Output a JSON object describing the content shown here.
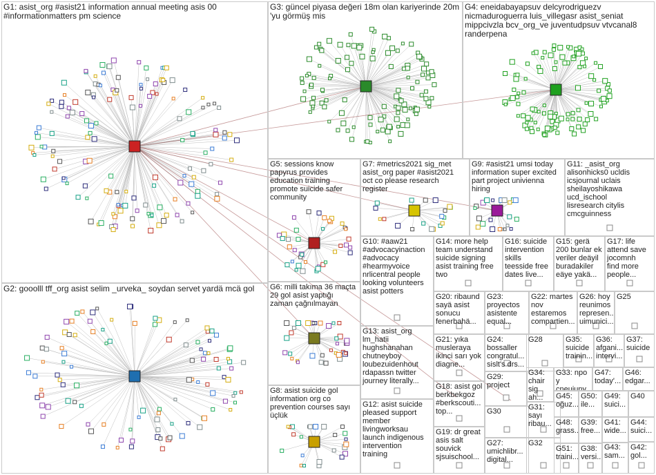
{
  "groups": [
    {
      "id": "G1",
      "text": "G1: asist_org #asist21 information annual meeting asis 00\n#informationmatters pm science",
      "accent": "#cc2222",
      "nodeColor": "#2b2b7a"
    },
    {
      "id": "G2",
      "text": "G2: gooolll tff_org asist selim _urveka_ soydan servet yardä mcä gol",
      "accent": "#1f6fb0",
      "nodeColor": "#1f6fb0"
    },
    {
      "id": "G3",
      "text": "G3: güncel piyasa değeri 18m olan kariyerinde 20m\n'yu görmüş mis",
      "accent": "#2a8a2a",
      "nodeColor": "#2a8a2a"
    },
    {
      "id": "G4",
      "text": "G4: eneidabayapsuv delcyrodriguezv\nnicmaduroguerra luis_villegasr asist_seniat\nmippcivzla bcv_org_ve juventudpsuv vtvcanal8\nranderpena",
      "accent": "#1ea01e",
      "nodeColor": "#1ea01e"
    },
    {
      "id": "G5",
      "text": "G5: sessions know\npapyrus provides\neducation training\npromote suicide safer\ncommunity",
      "accent": "#b02020",
      "nodeColor": "#b02020"
    },
    {
      "id": "G6",
      "text": "G6: milli takıma 36 maçta\n29 gol asist yaptığı\nzaman çağnılmayan",
      "accent": "#7a7a20",
      "nodeColor": "#8a8a30"
    },
    {
      "id": "G7",
      "text": "G7: #metrics2021 sig_met\nasist_org paper #asist2021\noct co please research\nregister",
      "accent": "#d6c400",
      "nodeColor": "#d6c400"
    },
    {
      "id": "G8",
      "text": "G8: asist suicide gol\ninformation org co\nprevention courses sayı\nüçlük",
      "accent": "#c8a000",
      "nodeColor": "#c8a000"
    },
    {
      "id": "G9",
      "text": "G9: #asist21 umsi today\ninformation super excited\npart project univienna\nhiring",
      "accent": "#9a1a9a",
      "nodeColor": "#9a1a9a"
    },
    {
      "id": "G10",
      "text": "G10: #aaw21\n#advocacyinaction\n#advocacy\n#hearmyvoice\nnrlicentral people\nlooking volunteers\nasist potters",
      "accent": "#666",
      "nodeColor": "#666"
    },
    {
      "id": "G11",
      "text": "G11: _asist_org\nalisonhicks0 ucldis\nicsjournal uclais\nsheilayoshikawa\nucd_ischool\nlisresearch citylis\ncmcguinness",
      "accent": "#333",
      "nodeColor": "#333"
    },
    {
      "id": "G12",
      "text": "G12: asist suicide\npleased support\nmember\nlivingworksau\nlaunch indigenous\nintervention\ntraining",
      "accent": "#666",
      "nodeColor": "#666"
    },
    {
      "id": "G13",
      "text": "G13: asist_org\nlm_hatii\nhughshanahan\nchutneyboy\nloubezuidenhout\nrdapassn twitter\njourney literally...",
      "accent": "#666",
      "nodeColor": "#666"
    },
    {
      "id": "G14",
      "text": "G14: more help\nteam understand\nsuicide signing\nasist training free\ntwo",
      "accent": "#666",
      "nodeColor": "#666"
    },
    {
      "id": "G15",
      "text": "G15: gerä\n200 bunlar ek\nveriler deäyil\nburadakiler\neäye yakä...",
      "accent": "#666",
      "nodeColor": "#666"
    },
    {
      "id": "G16",
      "text": "G16: suicide\nintervention\nskills\nteesside free\ndates live...",
      "accent": "#666",
      "nodeColor": "#666"
    },
    {
      "id": "G17",
      "text": "G17: life\nattend save\njocomnh\nfind more\npeople...",
      "accent": "#666",
      "nodeColor": "#666"
    },
    {
      "id": "G18",
      "text": "G18: asist gol\nberkbekgoz\n#berkscouti...\ntop...",
      "accent": "#cc2222",
      "nodeColor": "#cc2222"
    },
    {
      "id": "G19",
      "text": "G19: dr great\nasis salt\nsouvick\nsjsuischool...",
      "accent": "#666",
      "nodeColor": "#666"
    },
    {
      "id": "G20",
      "text": "G20: ribaund\nsayä asist\nsonucu\nfenerbahä...",
      "accent": "#666",
      "nodeColor": "#666"
    },
    {
      "id": "G21",
      "text": "G21: yıka\nmusleraya\nikinci sarı yok\ndiagne...",
      "accent": "#666",
      "nodeColor": "#666"
    },
    {
      "id": "G22",
      "text": "G22: martes\nnov\nestaremos\ncompartien...",
      "accent": "#666",
      "nodeColor": "#666"
    },
    {
      "id": "G23",
      "text": "G23:\nproyectos\nasistente\nequal...",
      "accent": "#666",
      "nodeColor": "#666"
    },
    {
      "id": "G24",
      "text": "G24:\nbossaller\ncongratul...\nsislt's drs...",
      "accent": "#666",
      "nodeColor": "#666"
    },
    {
      "id": "G25",
      "text": "G25",
      "accent": "#666",
      "nodeColor": "#666"
    },
    {
      "id": "G26",
      "text": "G26: hoy\nreunimos\nrepresen...\nuimunici...",
      "accent": "#666",
      "nodeColor": "#666"
    },
    {
      "id": "G27",
      "text": "G27:\numichlibr...\ndigital...",
      "accent": "#666",
      "nodeColor": "#666"
    },
    {
      "id": "G28",
      "text": "G28",
      "accent": "#666",
      "nodeColor": "#666"
    },
    {
      "id": "G29",
      "text": "G29:\nproject",
      "accent": "#666",
      "nodeColor": "#666"
    },
    {
      "id": "G30",
      "text": "G30",
      "accent": "#666",
      "nodeColor": "#666"
    },
    {
      "id": "G31",
      "text": "G31:\nsayı\nribau...",
      "accent": "#666",
      "nodeColor": "#666"
    },
    {
      "id": "G32",
      "text": "G32",
      "accent": "#666",
      "nodeColor": "#666"
    },
    {
      "id": "G33",
      "text": "G33: npo y\ncneujuny...",
      "accent": "#666",
      "nodeColor": "#666"
    },
    {
      "id": "G34",
      "text": "G34:\nchair\nsig ah...",
      "accent": "#666",
      "nodeColor": "#666"
    },
    {
      "id": "G35",
      "text": "G35:\nsuicide\ntrainin...",
      "accent": "#666",
      "nodeColor": "#666"
    },
    {
      "id": "G36",
      "text": "G36:\nafgani...\nintervi...",
      "accent": "#666",
      "nodeColor": "#666"
    },
    {
      "id": "G37",
      "text": "G37:\nsuicide",
      "accent": "#666",
      "nodeColor": "#666"
    },
    {
      "id": "G38",
      "text": "G38:\nversi...",
      "accent": "#666",
      "nodeColor": "#666"
    },
    {
      "id": "G39",
      "text": "G39:\nfree...",
      "accent": "#666",
      "nodeColor": "#666"
    },
    {
      "id": "G40",
      "text": "G40",
      "accent": "#666",
      "nodeColor": "#666"
    },
    {
      "id": "G41",
      "text": "G41:\nwide...",
      "accent": "#666",
      "nodeColor": "#666"
    },
    {
      "id": "G42",
      "text": "G42:\ngol...",
      "accent": "#666",
      "nodeColor": "#666"
    },
    {
      "id": "G43",
      "text": "G43:\nsam...",
      "accent": "#666",
      "nodeColor": "#666"
    },
    {
      "id": "G44",
      "text": "G44:\nsuici...",
      "accent": "#666",
      "nodeColor": "#666"
    },
    {
      "id": "G45",
      "text": "G45:\noğuz...",
      "accent": "#666",
      "nodeColor": "#666"
    },
    {
      "id": "G46",
      "text": "G46:\nedgar...",
      "accent": "#666",
      "nodeColor": "#666"
    },
    {
      "id": "G47",
      "text": "G47:\ntoday'...",
      "accent": "#666",
      "nodeColor": "#666"
    },
    {
      "id": "G48",
      "text": "G48:\ngrass...",
      "accent": "#666",
      "nodeColor": "#666"
    },
    {
      "id": "G49",
      "text": "G49:\nsuici...",
      "accent": "#666",
      "nodeColor": "#666"
    },
    {
      "id": "G50",
      "text": "G50:\nile...",
      "accent": "#666",
      "nodeColor": "#666"
    },
    {
      "id": "G51",
      "text": "G51:\ntraini...",
      "accent": "#666",
      "nodeColor": "#666"
    }
  ]
}
